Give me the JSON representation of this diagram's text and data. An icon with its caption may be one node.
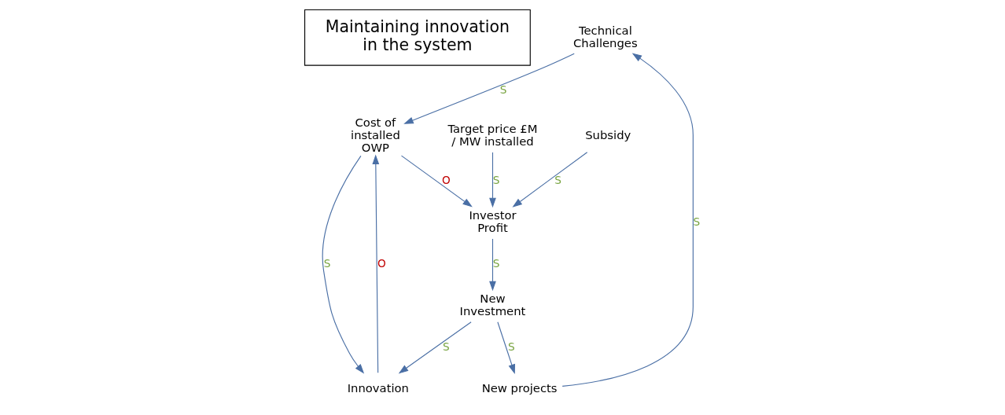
{
  "diagram": {
    "nodes": [
      {
        "text": [
          "Maintaining innovation in the system"
        ]
      },
      {
        "text": [
          "Technical Challenges"
        ]
      },
      {
        "text": [
          "Cost of installed OWP"
        ]
      },
      {
        "text": [
          "Target price £M / MW installed"
        ]
      },
      {
        "text": [
          "New projects"
        ]
      },
      {
        "text": [
          "Innovation"
        ]
      },
      {
        "text": [
          "Investor Profit"
        ]
      },
      {
        "text": [
          "Subsidy"
        ]
      },
      {
        "text": [
          "New Investment"
        ]
      }
    ],
    "edges": [
      {
        "from": 1,
        "to": 2,
        "arrow": "to",
        "label": "S"
      },
      {
        "from": 2,
        "to": 5,
        "arrow": "to",
        "label": "S"
      },
      {
        "from": 5,
        "to": 2,
        "arrow": "to",
        "label": "O"
      },
      {
        "from": 2,
        "to": 6,
        "arrow": "to",
        "label": "O"
      },
      {
        "from": 3,
        "to": 6,
        "arrow": "to",
        "label": "S"
      },
      {
        "from": 7,
        "to": 6,
        "arrow": "to",
        "label": "S"
      },
      {
        "from": 6,
        "to": 8,
        "arrow": "to",
        "label": "S"
      },
      {
        "from": 8,
        "to": 5,
        "arrow": "to",
        "label": "S"
      },
      {
        "from": 8,
        "to": 4,
        "arrow": "to",
        "label": "S"
      },
      {
        "from": 4,
        "to": 1,
        "arrow": "to",
        "label": "S"
      }
    ]
  }
}
